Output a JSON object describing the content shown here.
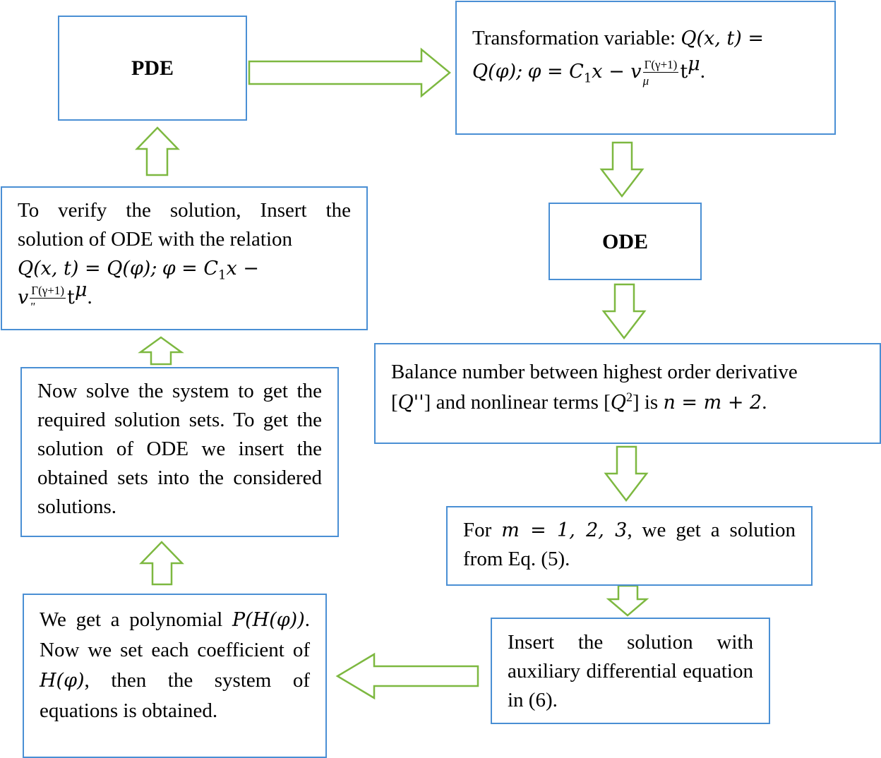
{
  "colors": {
    "box_border": "#4a8fd4",
    "arrow_stroke": "#7db840"
  },
  "boxes": {
    "pde": {
      "label": "PDE"
    },
    "transformation": {
      "label": "Transformation variable:",
      "eq_lhs": "Q(x, t) =",
      "eq_q_phi": "Q(φ);",
      "eq_phi": "φ = C",
      "eq_sub": "1",
      "eq_x_minus": "x − v",
      "frac_num": "Γ(γ+1)",
      "frac_den": "μ",
      "eq_t": "t",
      "eq_exp": "μ",
      "eq_end": "."
    },
    "ode": {
      "label": "ODE"
    },
    "balance": {
      "line1": "Balance number between highest order derivative",
      "open1": "[",
      "term1": "Q''",
      "close1": "]",
      "mid": " and nonlinear terms [",
      "term2": "Q",
      "exp2": "2",
      "close2": "] is ",
      "rel": "n = m + 2",
      "end": "."
    },
    "for_m": {
      "prefix": "For ",
      "math": "m = 1, 2, 3",
      "rest": ", we get a solution from Eq. (5)."
    },
    "insert": {
      "text": "Insert the solution with auxiliary differential equation in (6)."
    },
    "polynomial": {
      "t1": "We get a polynomial ",
      "m1": "P(H(φ))",
      "t2": ". Now we set each coefficient of ",
      "m2": "H(φ)",
      "t3": ", then the system of equations is obtained."
    },
    "solve": {
      "text": "Now solve the system to get the required solution sets. To get the solution of ODE we insert the obtained sets into the considered solutions."
    },
    "verify": {
      "text": "To verify the solution, Insert the solution of ODE with the relation",
      "eq_lhs": "Q(x, t) = Q(φ);",
      "eq_phi": "φ = C",
      "eq_sub": "1",
      "eq_x_minus": "x −",
      "eq_v": "v",
      "frac_num": "Γ(γ+1)",
      "frac_den": "\"",
      "eq_t": "t",
      "eq_exp": "μ",
      "eq_end": "."
    }
  },
  "connections": [
    [
      "pde",
      "transformation"
    ],
    [
      "transformation",
      "ode"
    ],
    [
      "ode",
      "balance"
    ],
    [
      "balance",
      "for_m"
    ],
    [
      "for_m",
      "insert"
    ],
    [
      "insert",
      "polynomial"
    ],
    [
      "polynomial",
      "solve"
    ],
    [
      "solve",
      "verify"
    ],
    [
      "verify",
      "pde"
    ]
  ]
}
